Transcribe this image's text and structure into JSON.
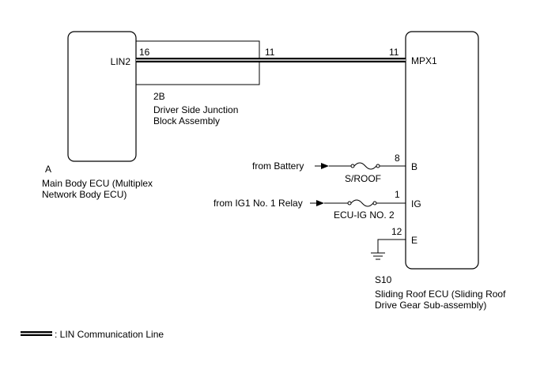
{
  "ecu_a": {
    "connector": "A",
    "name_line1": "Main Body ECU (Multiplex",
    "name_line2": "Network Body ECU)",
    "pin_label": "LIN2",
    "pin_number": "16"
  },
  "junction": {
    "connector": "2B",
    "name_line1": "Driver Side Junction",
    "name_line2": "Block Assembly",
    "pin_number": "11"
  },
  "ecu_s10": {
    "connector": "S10",
    "name_line1": "Sliding Roof ECU (Sliding Roof",
    "name_line2": "Drive Gear Sub-assembly)",
    "pins": [
      {
        "number": "11",
        "label": "MPX1"
      },
      {
        "number": "8",
        "label": "B"
      },
      {
        "number": "1",
        "label": "IG"
      },
      {
        "number": "12",
        "label": "E"
      }
    ]
  },
  "sources": {
    "battery": "from Battery",
    "ig1": "from IG1 No. 1 Relay"
  },
  "fuses": {
    "sroof": "S/ROOF",
    "ecu_ig": "ECU-IG NO. 2"
  },
  "legend": {
    "text": ": LIN Communication Line"
  }
}
